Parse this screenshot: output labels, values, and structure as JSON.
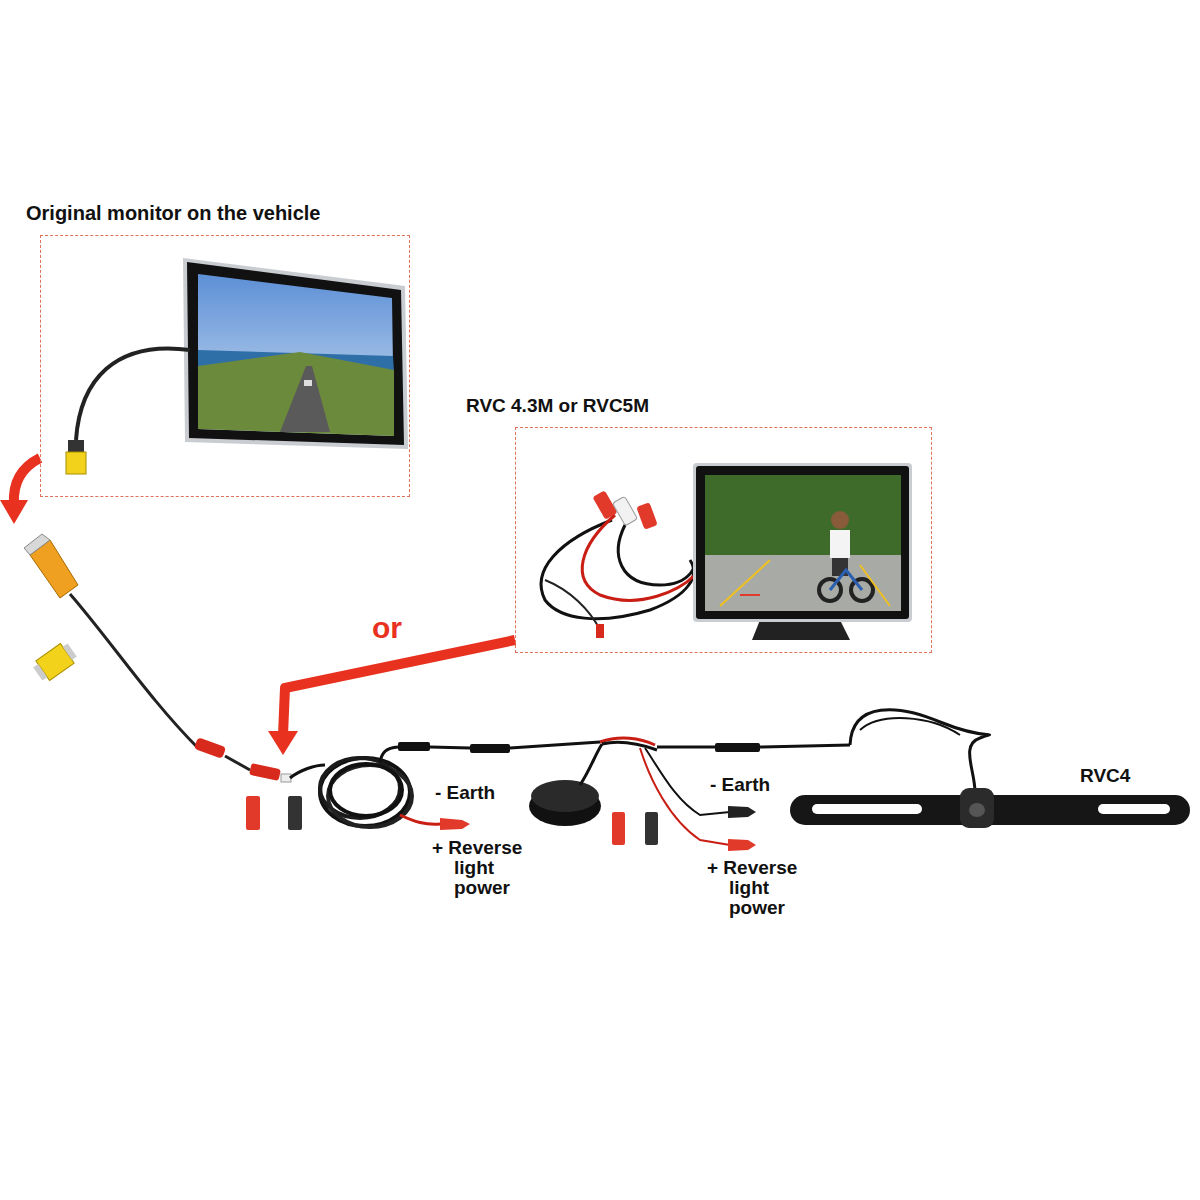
{
  "diagram": {
    "nodes": [
      {
        "text": [
          "Original monitor on the vehicle"
        ]
      },
      {
        "text": [
          "RVC 4.3M or RVC5M"
        ]
      }
    ],
    "labels": [
      "or",
      "- Earth",
      "+ Reverse light power",
      "- Earth",
      "+ Reverse light power",
      "RVC4"
    ]
  }
}
